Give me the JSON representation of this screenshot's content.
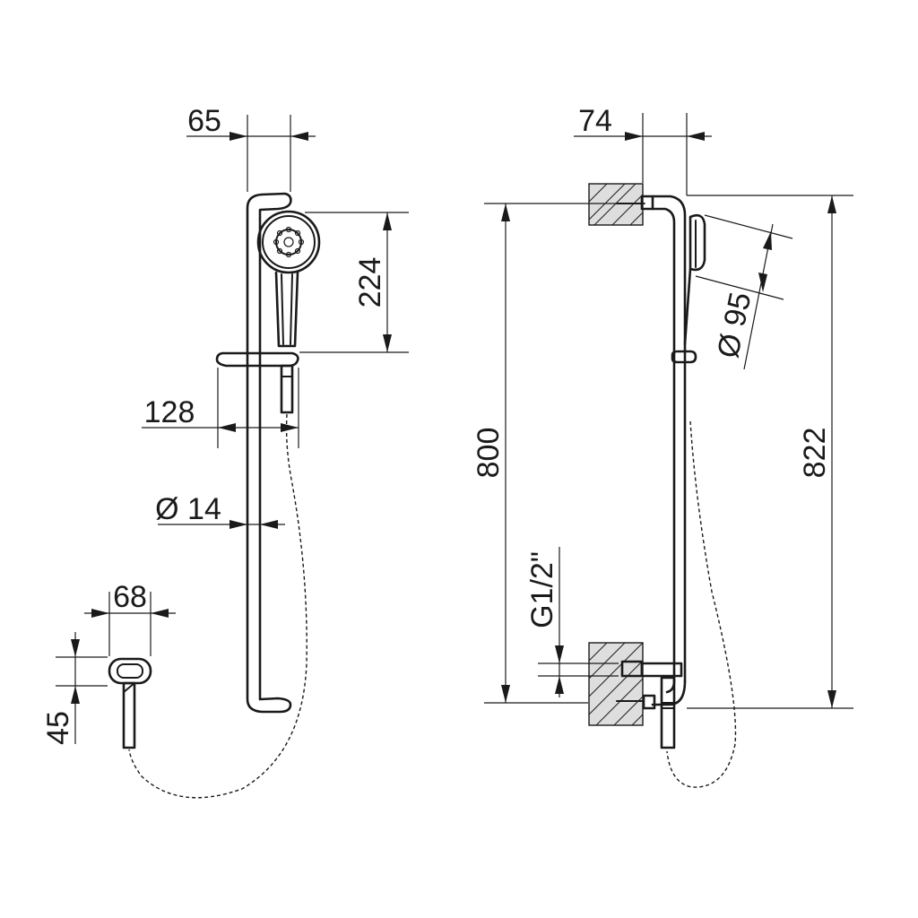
{
  "dimensions": {
    "front": {
      "width_top": "65",
      "handshower_height": "224",
      "slider_projection": "128",
      "rail_diameter": "Ø 14",
      "outlet_width": "68",
      "outlet_height": "45"
    },
    "side": {
      "wall_offset": "74",
      "rail_length": "800",
      "overall_length": "822",
      "head_diameter": "Ø 95",
      "thread": "G1/2\""
    }
  },
  "colors": {
    "line": "#1a1a1a",
    "wall_fill": "#dedede",
    "background": "#ffffff"
  }
}
